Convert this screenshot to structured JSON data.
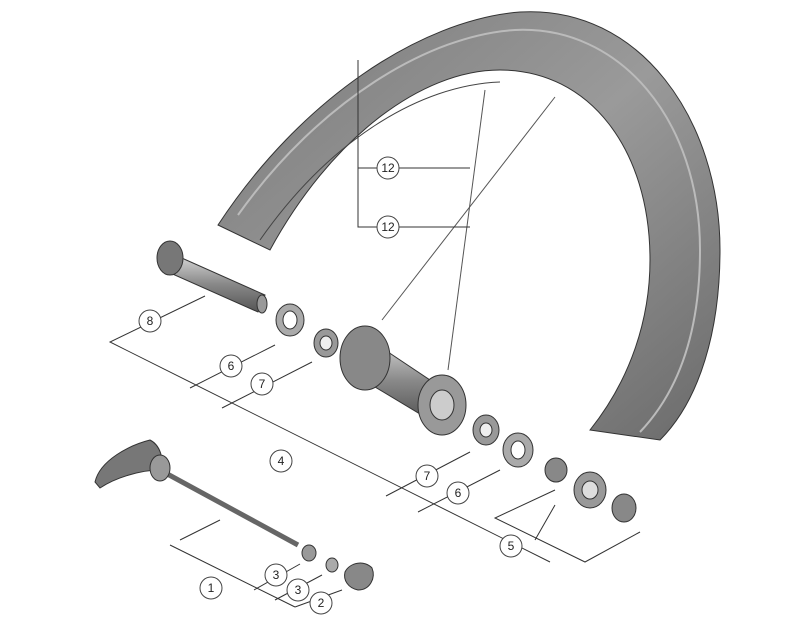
{
  "diagram": {
    "type": "exploded-parts-view",
    "callouts": [
      {
        "id": "c12a",
        "label": "12"
      },
      {
        "id": "c12b",
        "label": "12"
      },
      {
        "id": "c8",
        "label": "8"
      },
      {
        "id": "c6a",
        "label": "6"
      },
      {
        "id": "c7a",
        "label": "7"
      },
      {
        "id": "c4",
        "label": "4"
      },
      {
        "id": "c7b",
        "label": "7"
      },
      {
        "id": "c6b",
        "label": "6"
      },
      {
        "id": "c5",
        "label": "5"
      },
      {
        "id": "c1",
        "label": "1"
      },
      {
        "id": "c3a",
        "label": "3"
      },
      {
        "id": "c3b",
        "label": "3"
      },
      {
        "id": "c2",
        "label": "2"
      }
    ],
    "colors": {
      "part_dark": "#5a5a5a",
      "part_mid": "#8a8a8a",
      "part_light": "#c4c4c4",
      "line": "#333333"
    }
  }
}
